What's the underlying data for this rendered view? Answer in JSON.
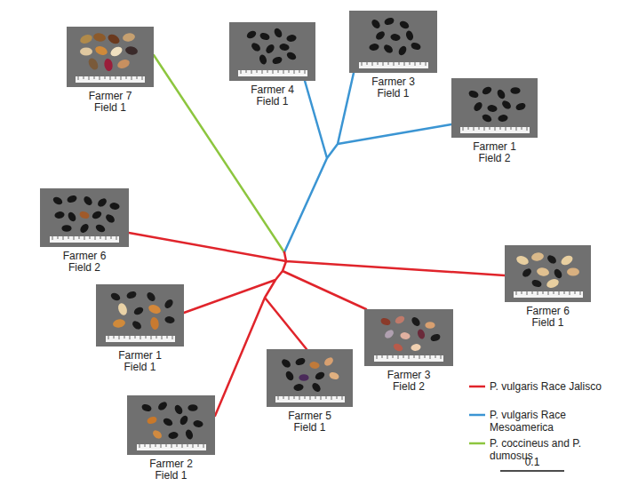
{
  "diagram": {
    "nodes": [
      {
        "text": [
          "Farmer 7",
          "Field 1"
        ]
      },
      {
        "text": [
          "Farmer 4",
          "Field 1"
        ]
      },
      {
        "text": [
          "Farmer 3",
          "Field 1"
        ]
      },
      {
        "text": [
          "Farmer 1",
          "Field 2"
        ]
      },
      {
        "text": [
          "Farmer 6",
          "Field 2"
        ]
      },
      {
        "text": [
          "Farmer 6",
          "Field 1"
        ]
      },
      {
        "text": [
          "Farmer 1",
          "Field 1"
        ]
      },
      {
        "text": [
          "Farmer 3",
          "Field 2"
        ]
      },
      {
        "text": [
          "Farmer 5",
          "Field 1"
        ]
      },
      {
        "text": [
          "Farmer 2",
          "Field 1"
        ]
      }
    ],
    "labels": [
      "0.1"
    ],
    "legend": [
      {
        "text": "P. vulgaris Race Jalisco"
      },
      {
        "text": "P. vulgaris Race Mesoamerica"
      },
      {
        "text": "P. coccineus and P. dumosus"
      }
    ]
  }
}
